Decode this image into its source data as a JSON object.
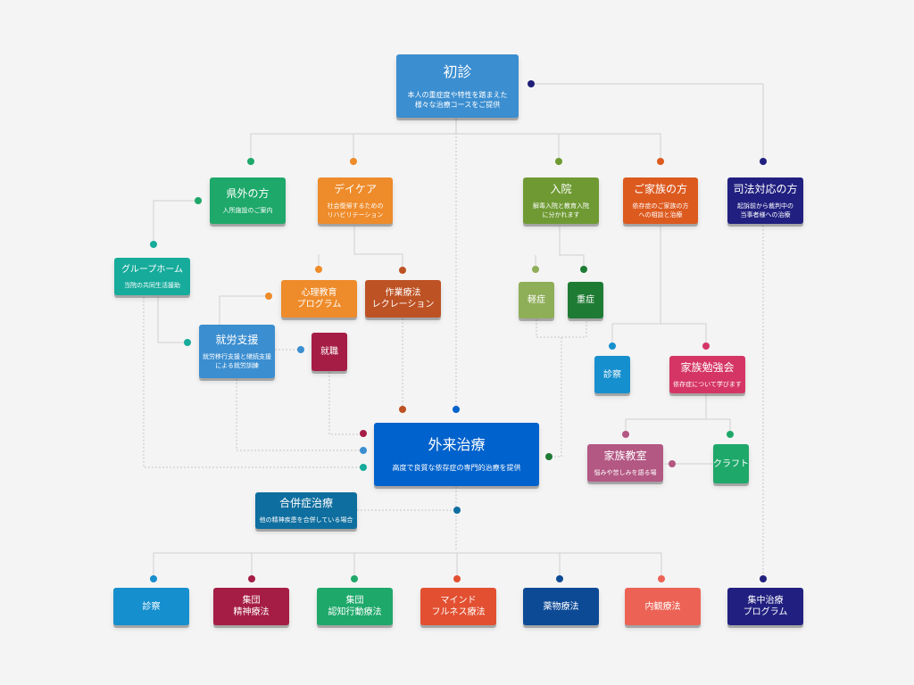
{
  "colors": {
    "blue": "#3b8ed0",
    "green": "#1ea86a",
    "orange": "#ee8b2a",
    "olive": "#6f9a33",
    "red_orange": "#dd5a1f",
    "navy": "#212080",
    "teal": "#16ab9b",
    "rust": "#bd5224",
    "light_green": "#8fae58",
    "dark_green": "#1e7b33",
    "crimson": "#a51d45",
    "sky": "#168fce",
    "pink": "#d53565",
    "mauve": "#b35783",
    "royal": "#0062cc",
    "steel": "#0e6e9f",
    "coral": "#e25031",
    "deep_blue": "#0d4a96",
    "salmon": "#ec6355",
    "connector": "#c8c8c8"
  },
  "nodes": {
    "shoshin": {
      "title": "初診",
      "sub": "本人の重症度や特性を踏まえた\n様々な治療コースをご提供"
    },
    "kengai": {
      "title": "県外の方",
      "sub": "入所施設のご案内"
    },
    "daycare": {
      "title": "デイケア",
      "sub": "社会復帰するための\nリハビリテーション"
    },
    "nyuin": {
      "title": "入院",
      "sub": "解毒入院と教育入院\nに分かれます"
    },
    "gokazoku": {
      "title": "ご家族の方",
      "sub": "依存症のご家族の方\nへの相談と治療"
    },
    "shiho": {
      "title": "司法対応の方",
      "sub": "起訴前から裁判中の\n当事者様への治療"
    },
    "grouphome": {
      "title": "グループホーム",
      "sub": "当院の共同生活援助"
    },
    "shinri": {
      "title": "心理教育\nプログラム"
    },
    "sagyo": {
      "title": "作業療法\nレクレーション"
    },
    "keisho": {
      "title": "軽症"
    },
    "jusho": {
      "title": "重症"
    },
    "shuro": {
      "title": "就労支援",
      "sub": "就労移行支援と継続支援\nによる就労訓練"
    },
    "shushoku": {
      "title": "就職"
    },
    "shinsatsu_family": {
      "title": "診察"
    },
    "kazoku_benkyo": {
      "title": "家族勉強会",
      "sub": "依存症について学びます"
    },
    "gairai": {
      "title": "外来治療",
      "sub": "高度で良質な依存症の専門的治療を提供"
    },
    "kazoku_kyoshitsu": {
      "title": "家族教室",
      "sub": "悩みや苦しみを語る場"
    },
    "craft": {
      "title": "クラフト"
    },
    "gappei": {
      "title": "合併症治療",
      "sub": "他の精神疾患を合併している場合"
    },
    "b_shinsatsu": {
      "title": "診察"
    },
    "b_seishin": {
      "title": "集団\n精神療法"
    },
    "b_ninchi": {
      "title": "集団\n認知行動療法"
    },
    "b_mindful": {
      "title": "マインド\nフルネス療法"
    },
    "b_yakubutsu": {
      "title": "薬物療法"
    },
    "b_naikan": {
      "title": "内観療法"
    },
    "b_shuchu": {
      "title": "集中治療\nプログラム"
    }
  }
}
